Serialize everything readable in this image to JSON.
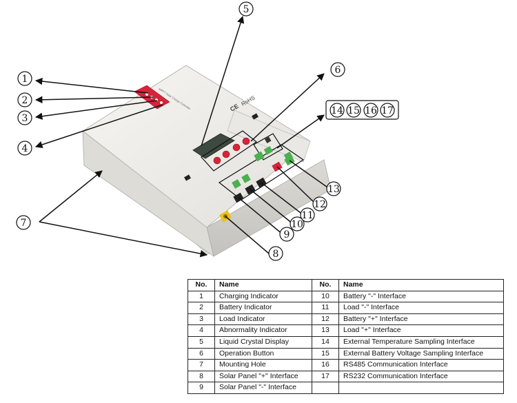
{
  "callouts": {
    "c1": "1",
    "c2": "2",
    "c3": "3",
    "c4": "4",
    "c5": "5",
    "c6": "6",
    "c7": "7",
    "c8": "8",
    "c9": "9",
    "c10": "10",
    "c11": "11",
    "c12": "12",
    "c13": "13",
    "c14": "14",
    "c15": "15",
    "c16": "16",
    "c17": "17"
  },
  "device": {
    "brand": "MPPT Solar Charge Controller",
    "ce": "CE",
    "rohs": "RoHS"
  },
  "legend": {
    "headers": {
      "no_left": "No.",
      "name_left": "Name",
      "no_right": "No.",
      "name_right": "Name"
    },
    "left": [
      {
        "no": "1",
        "name": "Charging Indicator"
      },
      {
        "no": "2",
        "name": "Battery Indicator"
      },
      {
        "no": "3",
        "name": "Load Indicator"
      },
      {
        "no": "4",
        "name": "Abnormality Indicator"
      },
      {
        "no": "5",
        "name": "Liquid Crystal Display"
      },
      {
        "no": "6",
        "name": "Operation Button"
      },
      {
        "no": "7",
        "name": "Mounting Hole"
      },
      {
        "no": "8",
        "name": "Solar Panel \"+\" Interface"
      },
      {
        "no": "9",
        "name": "Solar Panel \"-\" Interface"
      }
    ],
    "right": [
      {
        "no": "10",
        "name": "Battery \"-\" Interface"
      },
      {
        "no": "11",
        "name": "Load \"-\" Interface"
      },
      {
        "no": "12",
        "name": "Battery \"+\" Interface"
      },
      {
        "no": "13",
        "name": "Load \"+\" Interface"
      },
      {
        "no": "14",
        "name": "External Temperature Sampling Interface"
      },
      {
        "no": "15",
        "name": "External Battery Voltage Sampling Interface"
      },
      {
        "no": "16",
        "name": "RS485 Communication Interface"
      },
      {
        "no": "17",
        "name": "RS232 Communication Interface"
      },
      {
        "no": "",
        "name": ""
      }
    ]
  },
  "colors": {
    "case": "#ecebe8",
    "case_shadow": "#cfcdc8",
    "panel_red": "#d6243a",
    "lcd": "#3c4a40",
    "terminal_green": "#4caf50",
    "terminal_yellow": "#e8c21c"
  }
}
